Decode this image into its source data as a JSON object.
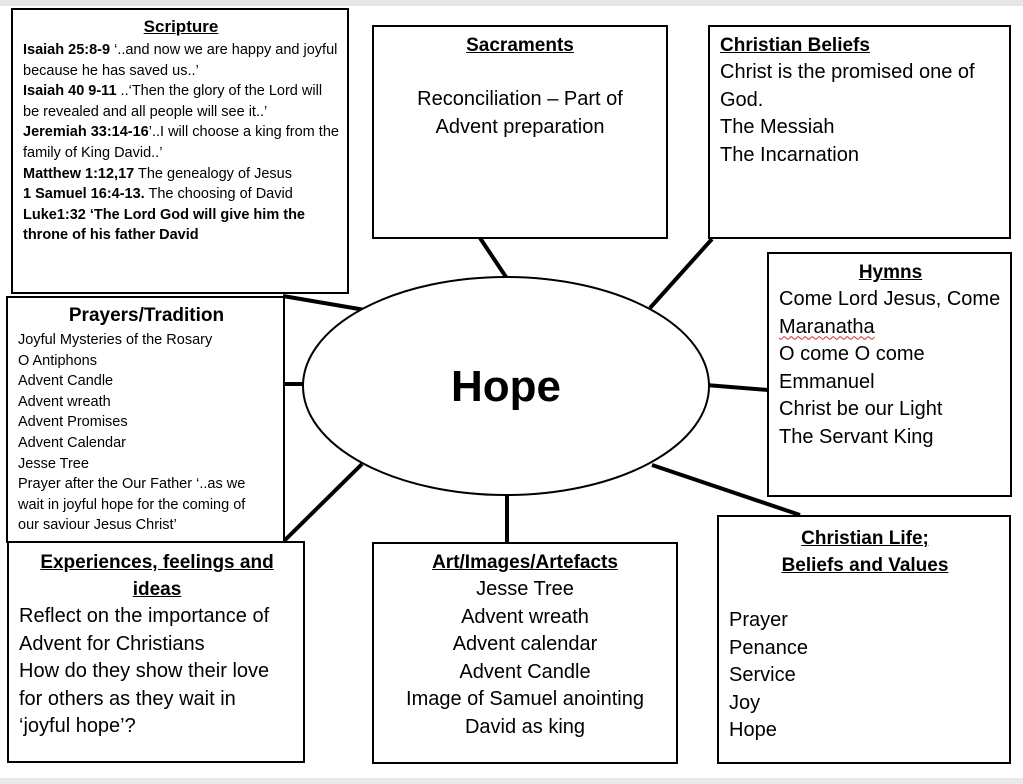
{
  "center": {
    "label": "Hope"
  },
  "scripture": {
    "title": "Scripture",
    "entries": [
      {
        "ref": "Isaiah 25:8-9",
        "text": "  ‘..and now we are happy and joyful because he has saved us..’"
      },
      {
        "ref": "Isaiah 40 9-11",
        "text": " ..‘Then the glory of the Lord will be revealed and  all people will see it..’"
      },
      {
        "ref": "Jeremiah 33:14-16",
        "text": "’..I will choose a king from the family of King David..’"
      },
      {
        "ref": "Matthew 1:12,17",
        "text": "  The genealogy of Jesus"
      },
      {
        "ref": "1 Samuel 16:4-13.",
        "text": " The choosing of David"
      },
      {
        "ref": "Luke1:32 ‘The Lord God will give him the throne of his father David",
        "text": ""
      }
    ]
  },
  "sacraments": {
    "title": "Sacraments",
    "lines": [
      "Reconciliation – Part of",
      "Advent preparation"
    ]
  },
  "beliefs": {
    "title": "Christian Beliefs",
    "lines": [
      "Christ is the promised one of",
      "God.",
      "The Messiah",
      "The Incarnation"
    ]
  },
  "hymns": {
    "title": "Hymns",
    "lines": [
      "Come Lord Jesus, Come",
      "Maranatha",
      "O come O come",
      "Emmanuel",
      "Christ be our Light",
      "The Servant King"
    ]
  },
  "prayers": {
    "title": "Prayers/Tradition",
    "lines": [
      "Joyful Mysteries of the Rosary",
      "O Antiphons",
      "Advent Candle",
      "Advent wreath",
      "Advent Promises",
      "Advent Calendar",
      "Jesse Tree",
      "Prayer after the Our Father ‘..as we",
      "wait in joyful hope for the coming of",
      "our saviour  Jesus Christ’"
    ]
  },
  "experiences": {
    "title_lines": [
      "Experiences, feelings and",
      "ideas"
    ],
    "lines": [
      "Reflect on the importance of",
      "Advent for Christians",
      "How do they show their love",
      "for others as they wait in",
      "‘joyful hope’?"
    ]
  },
  "art": {
    "title": "Art/Images/Artefacts",
    "lines": [
      "Jesse Tree",
      "Advent wreath",
      "Advent calendar",
      "Advent Candle",
      "Image of Samuel anointing",
      "David as king"
    ]
  },
  "life": {
    "title_lines": [
      "Christian Life;",
      "Beliefs and Values"
    ],
    "lines": [
      "Prayer",
      "Penance",
      "Service",
      "Joy",
      "Hope"
    ]
  }
}
